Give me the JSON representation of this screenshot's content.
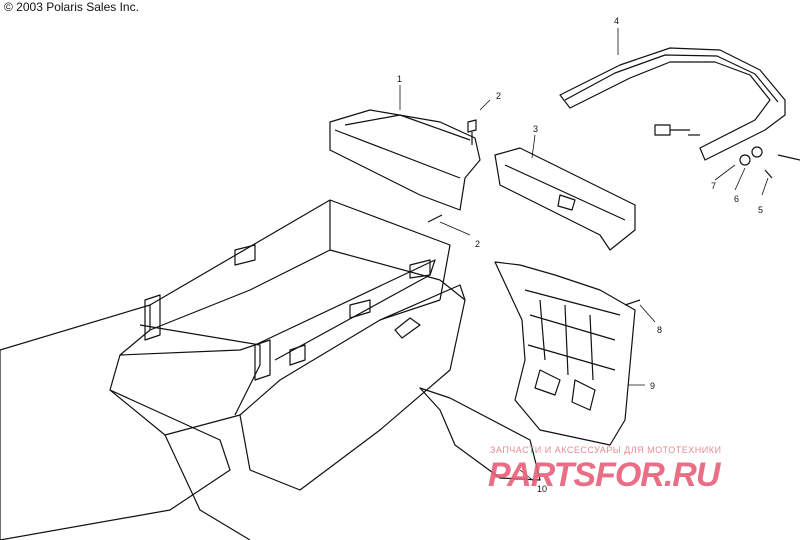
{
  "copyright": "© 2003 Polaris Sales Inc.",
  "callouts": {
    "c1": "1",
    "c2a": "2",
    "c2b": "2",
    "c3": "3",
    "c4": "4",
    "c5": "5",
    "c6": "6",
    "c7": "7",
    "c8": "8",
    "c9": "9",
    "c10": "10"
  },
  "watermark": {
    "tagline": "ЗАПЧАСТИ И АКСЕССУАРЫ ДЛЯ МОТОТЕХНИКИ",
    "logo": "PARTSFOR.RU"
  }
}
